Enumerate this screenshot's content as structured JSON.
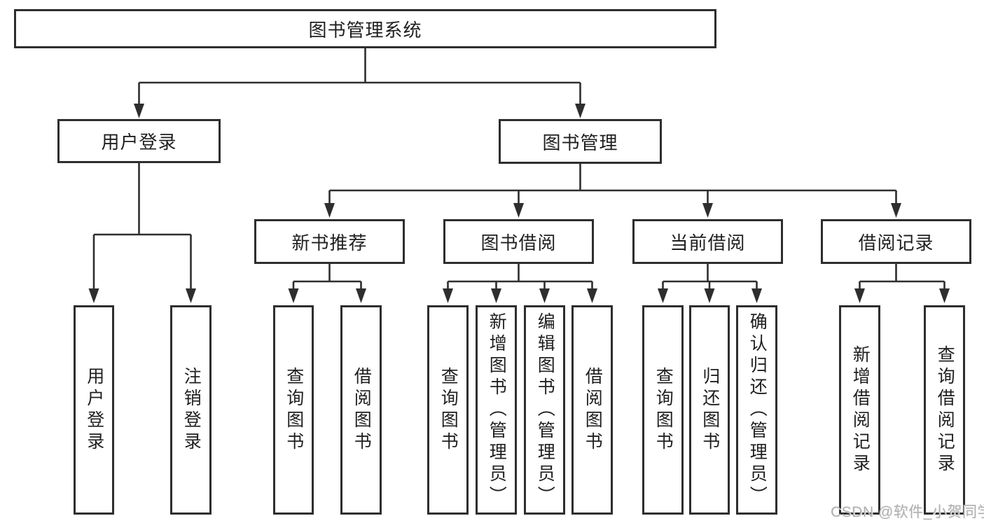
{
  "colors": {
    "line": "#2e2e2e",
    "box_border": "#2e2e2e",
    "text": "#1f1f1f",
    "watermark": "#b0b0b0",
    "background": "#ffffff"
  },
  "watermark": "CSDN @软件_小贺同学",
  "tree": {
    "root": "图书管理系统",
    "user_login": {
      "label": "用户登录",
      "children": [
        "用户登录",
        "注销登录"
      ]
    },
    "book_mgmt": {
      "label": "图书管理",
      "sections": [
        {
          "label": "新书推荐",
          "children": [
            "查询图书",
            "借阅图书"
          ]
        },
        {
          "label": "图书借阅",
          "children": [
            "查询图书",
            "新增图书（管理员）",
            "编辑图书（管理员）",
            "借阅图书"
          ]
        },
        {
          "label": "当前借阅",
          "children": [
            "查询图书",
            "归还图书",
            "确认归还（管理员）"
          ]
        },
        {
          "label": "借阅记录",
          "children": [
            "新增借阅记录",
            "查询借阅记录"
          ]
        }
      ]
    }
  }
}
